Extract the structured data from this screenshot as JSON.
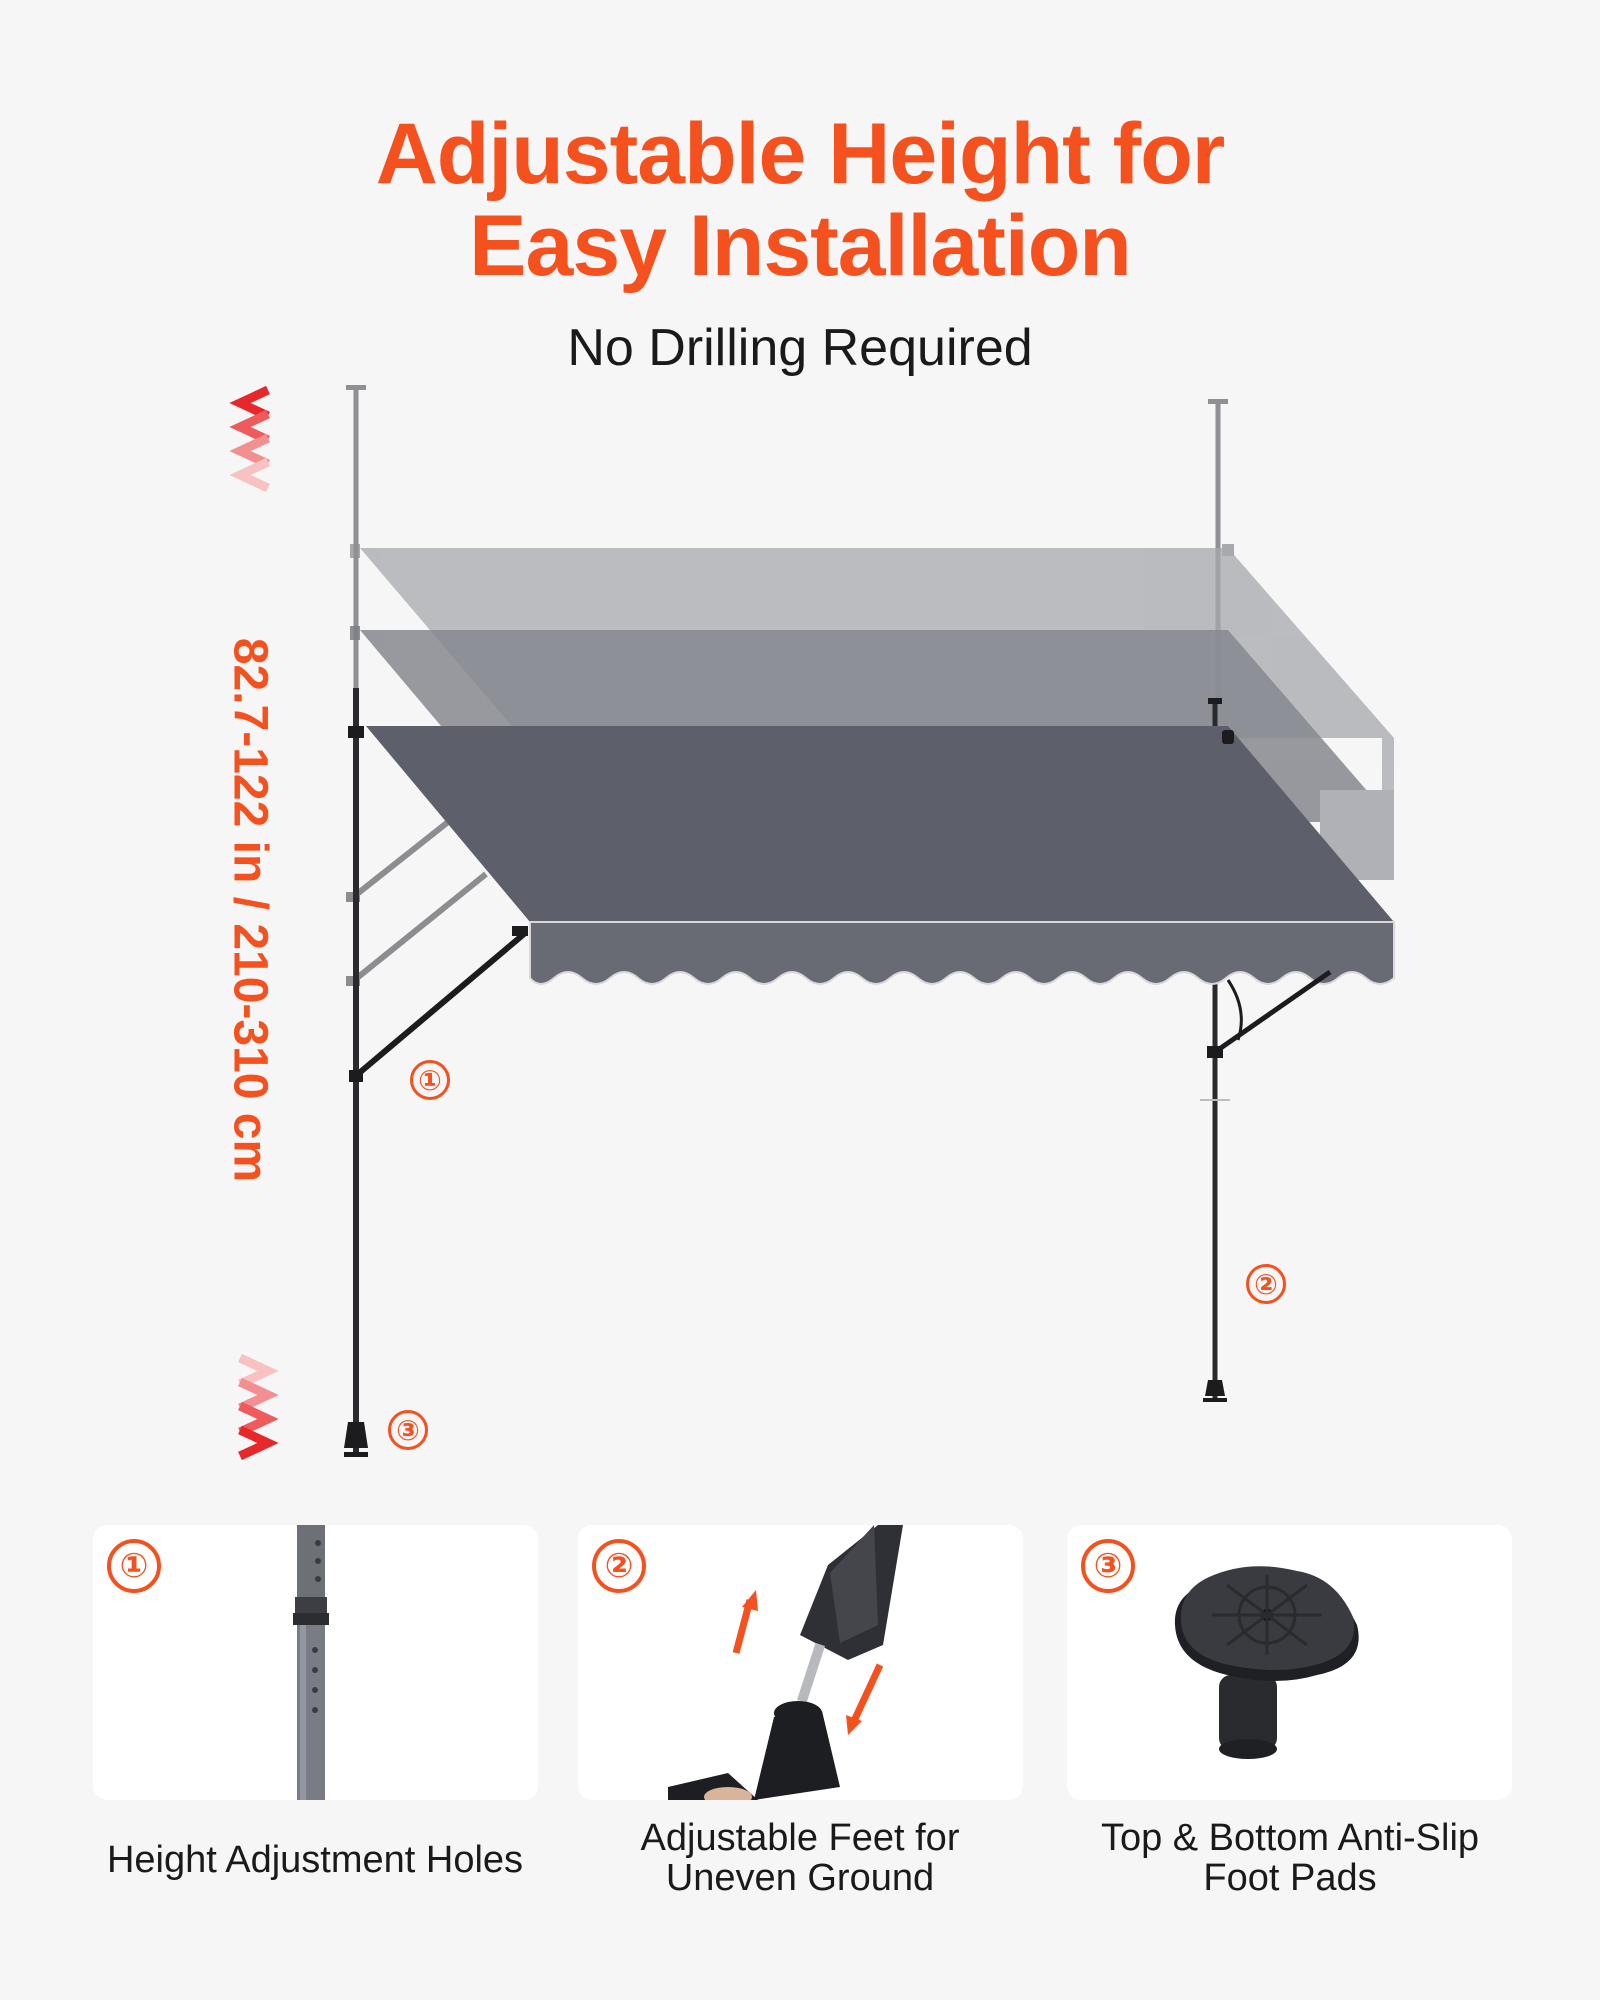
{
  "header": {
    "title_line1": "Adjustable Height for",
    "title_line2": "Easy Installation",
    "subtitle": "No Drilling Required"
  },
  "dimension": {
    "label": "82.7-122 in / 210-310 cm"
  },
  "callouts": [
    "①",
    "②",
    "③"
  ],
  "features": [
    {
      "badge": "①",
      "caption_line1": "Height Adjustment Holes",
      "caption_line2": ""
    },
    {
      "badge": "②",
      "caption_line1": "Adjustable Feet for",
      "caption_line2": "Uneven Ground"
    },
    {
      "badge": "③",
      "caption_line1": "Top & Bottom Anti-Slip",
      "caption_line2": "Foot Pads"
    }
  ],
  "colors": {
    "accent": "#f4511e",
    "canopy_front": "#5f626c",
    "canopy_ghost": "#9a9ca2",
    "pole": "#2a2a2e"
  }
}
